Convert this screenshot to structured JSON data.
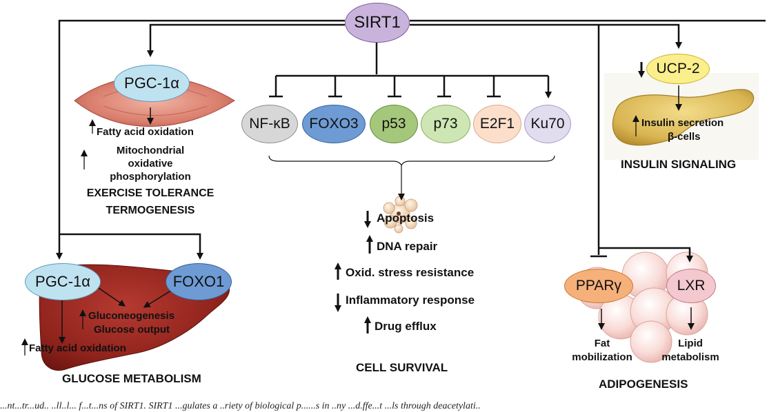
{
  "nodes": {
    "sirt1": "SIRT1",
    "pgc1a_top": "PGC-1α",
    "ucp2": "UCP-2",
    "nfkb": "NF-κB",
    "foxo3": "FOXO3",
    "p53": "p53",
    "p73": "p73",
    "e2f1": "E2F1",
    "ku70": "Ku70",
    "pgc1a_liver": "PGC-1α",
    "foxo1": "FOXO1",
    "ppar": "PPARγ",
    "lxr": "LXR"
  },
  "muscle": {
    "fatty_acid": "Fatty acid oxidation",
    "mito": [
      "Mitochondrial",
      "oxidative",
      "phosphorylation"
    ],
    "heading": [
      "EXERCISE TOLERANCE",
      "TERMOGENESIS"
    ]
  },
  "pancreas": {
    "insulin": "Insulin secretion",
    "beta": "β-cells",
    "heading": "INSULIN SIGNALING"
  },
  "cell_survival": {
    "items": [
      "Apoptosis",
      "DNA repair",
      "Oxid. stress resistance",
      "Inflammatory response",
      "Drug efflux"
    ],
    "heading": "CELL SURVIVAL"
  },
  "liver": {
    "gluconeo": "Gluconeogenesis",
    "glucose_out": "Glucose output",
    "fatty_acid": "Fatty acid oxidation",
    "heading": "GLUCOSE METABOLISM"
  },
  "adipose": {
    "fat": [
      "Fat",
      "mobilization"
    ],
    "lipid": [
      "Lipid",
      "metabolism"
    ],
    "heading": "ADIPOGENESIS"
  },
  "caption": "...nt...tr...ud.. ..ll..l... f...t...ns of SIRT1. SIRT1 ...gulates a ..riety of biological p......s in ..ny ...d.ffe...t ...ls through deacetylati.."
}
